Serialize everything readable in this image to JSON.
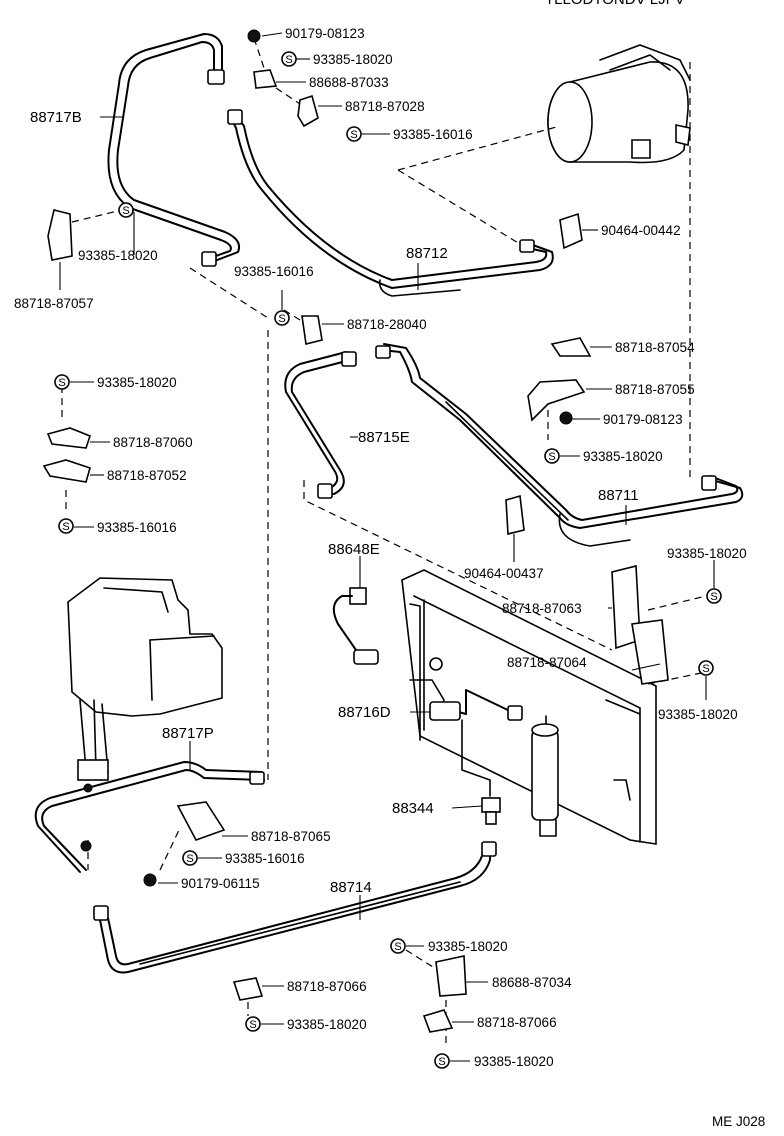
{
  "header_text": "TLLODTONDV LJFV",
  "footer_code": "ME J028",
  "s_symbol": "S",
  "labels": {
    "p90179_08123_top": "90179-08123",
    "p93385_18020_top": "93385-18020",
    "p88688_87033": "88688-87033",
    "p88718_87028": "88718-87028",
    "p93385_16016_top": "93385-16016",
    "p88717B": "88717B",
    "p93385_18020_left": "93385-18020",
    "p88718_87057": "88718-87057",
    "p88712": "88712",
    "p90464_00442": "90464-00442",
    "p93385_16016_mid": "93385-16016",
    "p88718_28040": "88718-28040",
    "p88718_87054": "88718-87054",
    "p93385_18020_l2": "93385-18020",
    "p88718_87055": "88718-87055",
    "p90179_08123_mid": "90179-08123",
    "p88715E": "88715E",
    "p88718_87060": "88718-87060",
    "p93385_18020_r2": "93385-18020",
    "p88718_87052": "88718-87052",
    "p88711": "88711",
    "p93385_16016_l3": "93385-16016",
    "p88648E": "88648E",
    "p90464_00437": "90464-00437",
    "p93385_18020_r3": "93385-18020",
    "p88718_87063": "88718-87063",
    "p88718_87064": "88718-87064",
    "p88716D": "88716D",
    "p93385_18020_r4": "93385-18020",
    "p88717P": "88717P",
    "p88344": "88344",
    "p88718_87065": "88718-87065",
    "p93385_16016_bot": "93385-16016",
    "p90179_06115": "90179-06115",
    "p88714": "88714",
    "p93385_18020_b1": "93385-18020",
    "p88688_87034": "88688-87034",
    "p88718_87066_a": "88718-87066",
    "p88718_87066_b": "88718-87066",
    "p93385_18020_b2": "93385-18020",
    "p93385_18020_b3": "93385-18020"
  }
}
